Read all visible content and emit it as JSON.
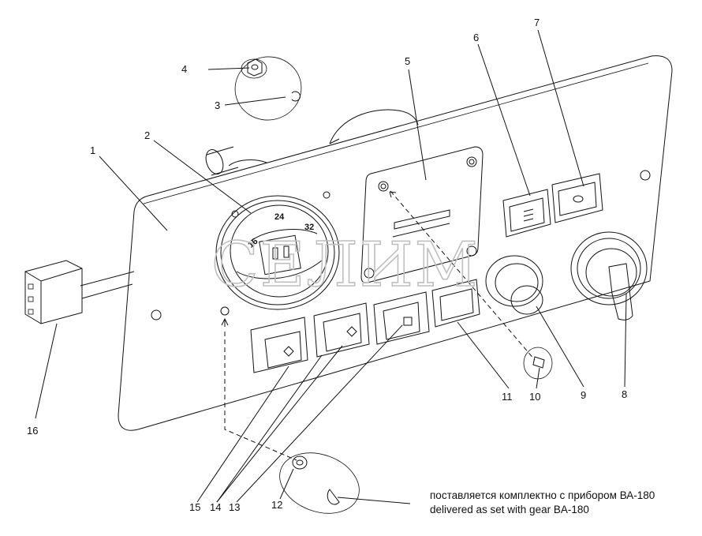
{
  "watermark": "СЕЛИМ",
  "callouts": {
    "c1": "1",
    "c2": "2",
    "c3": "3",
    "c4": "4",
    "c5": "5",
    "c6": "6",
    "c7": "7",
    "c8": "8",
    "c9": "9",
    "c10": "10",
    "c11": "11",
    "c12": "12",
    "c13": "13",
    "c14": "14",
    "c15": "15",
    "c16": "16"
  },
  "gauge": {
    "tick_a": "24",
    "tick_b": "32",
    "tick_c": "16"
  },
  "note": {
    "ru": "поставляется комплектно с прибором ВА-180",
    "en": "delivered as set with gear  BA-180"
  }
}
